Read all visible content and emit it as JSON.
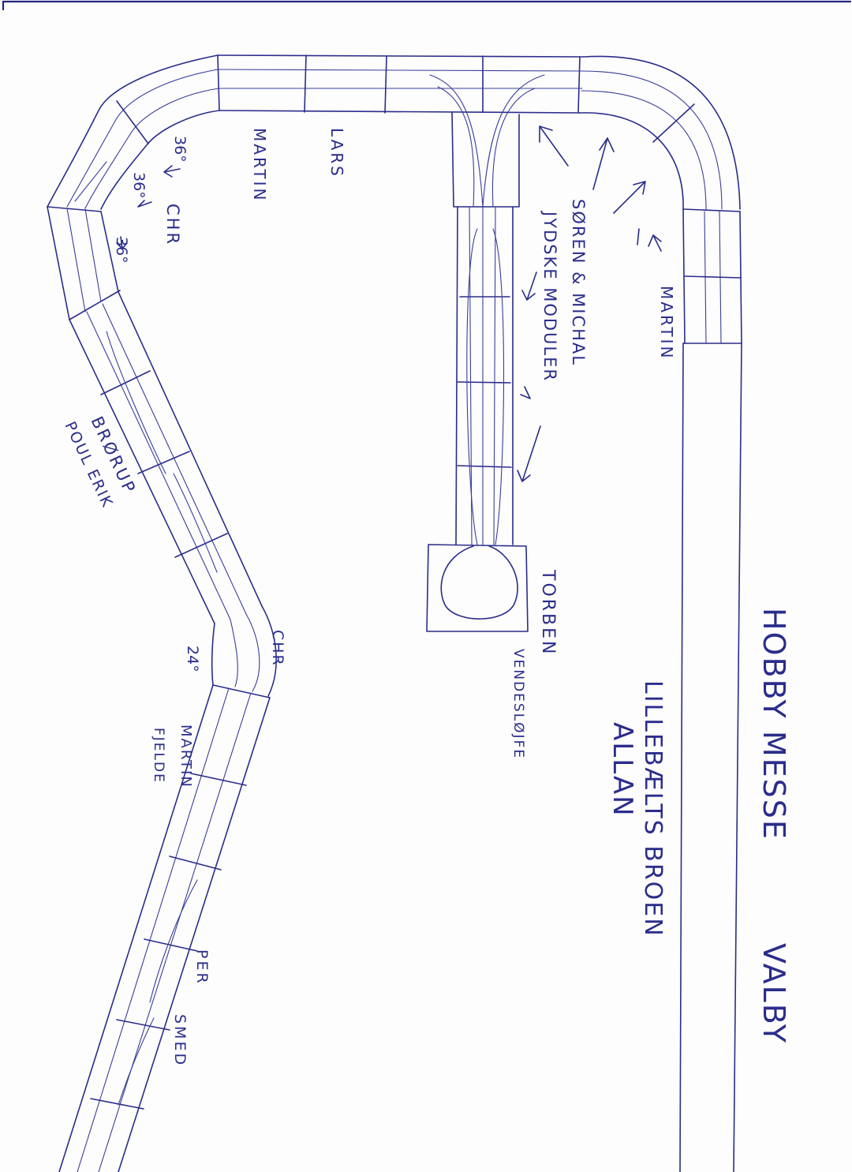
{
  "title": {
    "line1": "HOBBY MESSE",
    "line2": "VALBY"
  },
  "labels": {
    "lillebaelts_broen": "LILLEBÆLTS BROEN",
    "allan": "ALLAN",
    "martin_top": "MARTIN",
    "lars": "LARS",
    "martin_right": "MARTIN",
    "soren_michal": "SØREN & MICHAL",
    "jydske_moduler": "JYDSKE MODULER",
    "torben": "TORBEN",
    "vendeslojfe": "VENDESLØJFE",
    "chr_upper": "CHR",
    "angle_36_a": "36°",
    "angle_36_b": "36°",
    "angle_36_c": "36°",
    "brorup": "BRØRUP",
    "poul_erik": "POUL ERIK",
    "chr_lower": "CHR",
    "angle_24": "24°",
    "martin_lower": "MARTIN",
    "fjelde": "FJELDE",
    "per": "PER",
    "smed": "SMED"
  },
  "colors": {
    "ink": "#2a2d8a",
    "paper": "#fdfdfd"
  }
}
